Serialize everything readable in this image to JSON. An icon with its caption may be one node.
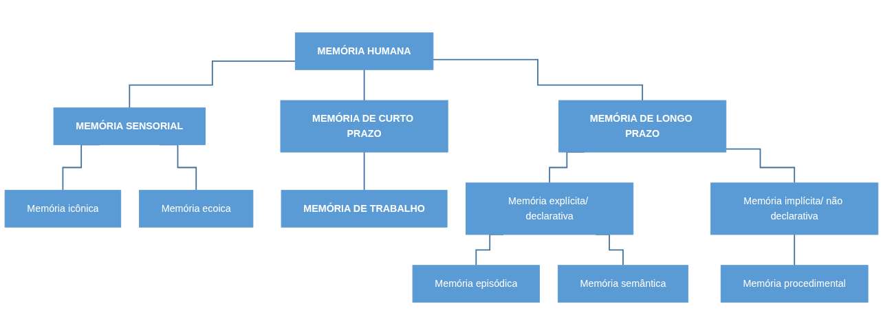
{
  "diagram": {
    "nodes": [
      {
        "text": [
          "MEMÓRIA HUMANA"
        ]
      },
      {
        "text": [
          "MEMÓRIA SENSORIAL"
        ]
      },
      {
        "text": [
          "MEMÓRIA DE CURTO PRAZO"
        ]
      },
      {
        "text": [
          "MEMÓRIA DE LONGO PRAZO"
        ]
      },
      {
        "text": [
          "Memória icônica"
        ]
      },
      {
        "text": [
          "Memória ecoica"
        ]
      },
      {
        "text": [
          "MEMÓRIA DE TRABALHO"
        ]
      },
      {
        "text": [
          "Memória explícita/ declarativa"
        ]
      },
      {
        "text": [
          "Memória implícita/ não declarativa"
        ]
      },
      {
        "text": [
          "Memória episódica"
        ]
      },
      {
        "text": [
          "Memória semântica"
        ]
      },
      {
        "text": [
          "Memória procedimental"
        ]
      }
    ],
    "edges": [
      {
        "from": 0,
        "to": 1,
        "arrow": "none"
      },
      {
        "from": 0,
        "to": 2,
        "arrow": "none"
      },
      {
        "from": 0,
        "to": 3,
        "arrow": "none"
      },
      {
        "from": 1,
        "to": 4,
        "arrow": "none"
      },
      {
        "from": 1,
        "to": 5,
        "arrow": "none"
      },
      {
        "from": 2,
        "to": 6,
        "arrow": "none"
      },
      {
        "from": 3,
        "to": 7,
        "arrow": "none"
      },
      {
        "from": 3,
        "to": 8,
        "arrow": "none"
      },
      {
        "from": 7,
        "to": 9,
        "arrow": "none"
      },
      {
        "from": 7,
        "to": 10,
        "arrow": "none"
      },
      {
        "from": 8,
        "to": 11,
        "arrow": "none"
      }
    ]
  }
}
